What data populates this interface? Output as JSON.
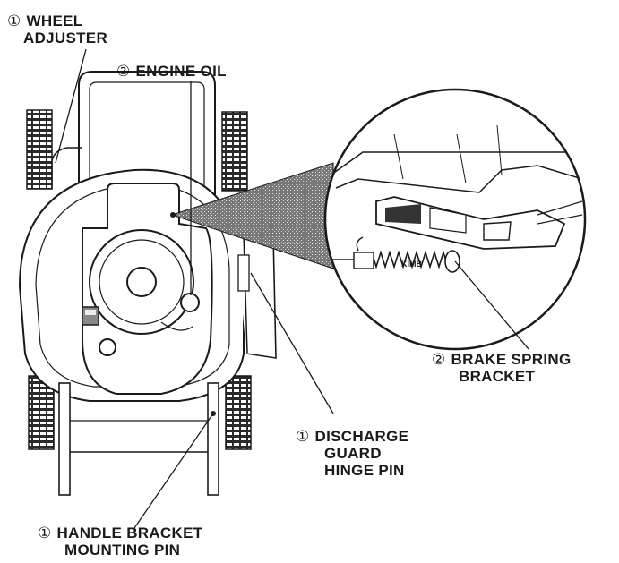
{
  "labels": {
    "wheel_adjuster": {
      "marker": "①",
      "line1": "WHEEL",
      "line2": "ADJUSTER"
    },
    "engine_oil": {
      "marker": "②",
      "text": "ENGINE OIL"
    },
    "brake_spring_bracket": {
      "marker": "②",
      "line1": "BRAKE SPRING",
      "line2": "BRACKET"
    },
    "discharge_guard_hinge_pin": {
      "marker": "①",
      "line1": "DISCHARGE",
      "line2": "GUARD",
      "line3": "HINGE PIN"
    },
    "handle_bracket_mounting_pin": {
      "marker": "①",
      "line1": "HANDLE BRACKET",
      "line2": "MOUNTING PIN"
    }
  },
  "detail_decal_text": "KIMB",
  "colors": {
    "ink": "#1a1a1a",
    "shade": "#555555",
    "paper": "#ffffff"
  }
}
